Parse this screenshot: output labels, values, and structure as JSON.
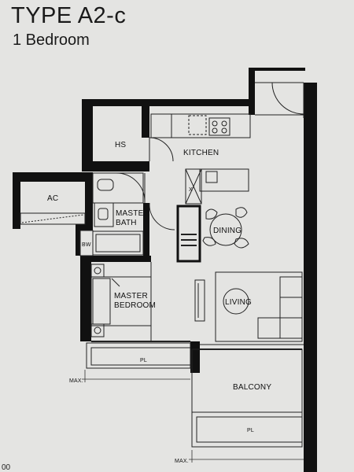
{
  "header": {
    "title": "TYPE A2-c",
    "subtitle": "1 Bedroom"
  },
  "rooms": {
    "hs": "HS",
    "kitchen": "KITCHEN",
    "ac": "AC",
    "master_bath_line1": "MASTER",
    "master_bath_line2": "BATH",
    "bw": "BW",
    "dining": "DINING",
    "master_bedroom_line1": "MASTER",
    "master_bedroom_line2": "BEDROOM",
    "living": "LIVING",
    "balcony": "BALCONY"
  },
  "annotations": {
    "pl_upper": "PL",
    "pl_lower": "PL",
    "max_upper": "MAX.",
    "max_lower": "MAX.",
    "x_mark": "X"
  },
  "footer": {
    "text": "00"
  }
}
